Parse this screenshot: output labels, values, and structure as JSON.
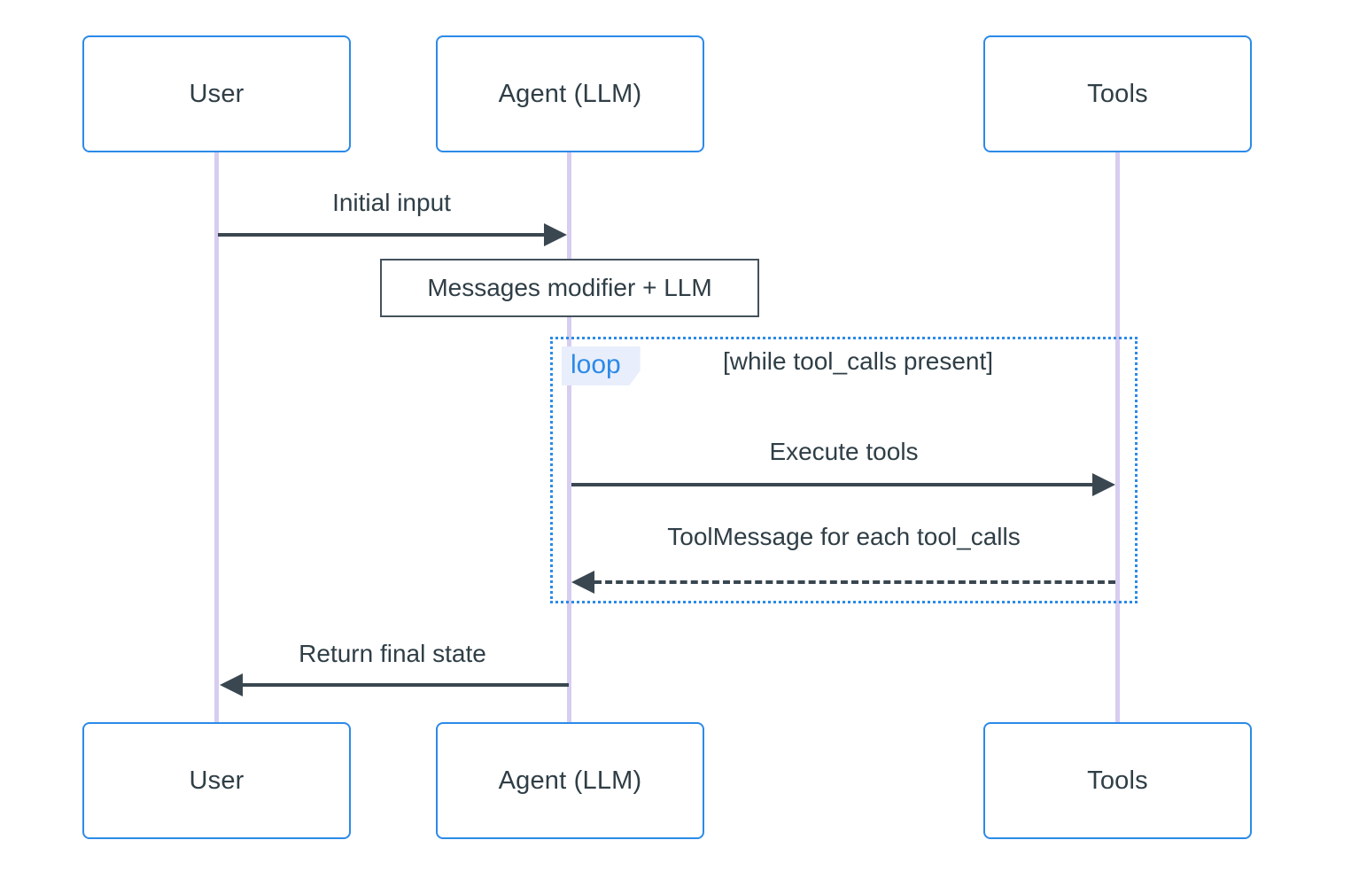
{
  "diagram": {
    "type": "sequence-diagram",
    "title": "",
    "colors": {
      "actor_border": "#2b8ae8",
      "lifeline": "#d7cdf0",
      "arrow": "#3a4750",
      "text": "#2f3e46",
      "loop_border": "#2b8ae8",
      "loop_tag_bg": "#e8eefb",
      "loop_tag_text": "#2b8ae8",
      "note_border": "#44525c",
      "background": "#ffffff"
    },
    "participants": [
      {
        "id": "user",
        "label": "User"
      },
      {
        "id": "agent",
        "label": "Agent (LLM)"
      },
      {
        "id": "tools",
        "label": "Tools"
      }
    ],
    "notes": [
      {
        "id": "messages-modifier-note",
        "label": "Messages modifier + LLM",
        "over": "agent"
      }
    ],
    "fragments": [
      {
        "id": "loop-fragment",
        "kind": "loop",
        "tag": "loop",
        "condition": "[while tool_calls present]",
        "spans": [
          "agent",
          "tools"
        ]
      }
    ],
    "messages": [
      {
        "id": "initial-input",
        "label": "Initial input",
        "from": "user",
        "to": "agent",
        "direction": "right",
        "style": "solid"
      },
      {
        "id": "execute-tools",
        "label": "Execute tools",
        "from": "agent",
        "to": "tools",
        "direction": "right",
        "style": "solid"
      },
      {
        "id": "tool-message",
        "label": "ToolMessage for each tool_calls",
        "from": "tools",
        "to": "agent",
        "direction": "left",
        "style": "dashed"
      },
      {
        "id": "return-final-state",
        "label": "Return final state",
        "from": "agent",
        "to": "user",
        "direction": "left",
        "style": "solid"
      }
    ]
  }
}
